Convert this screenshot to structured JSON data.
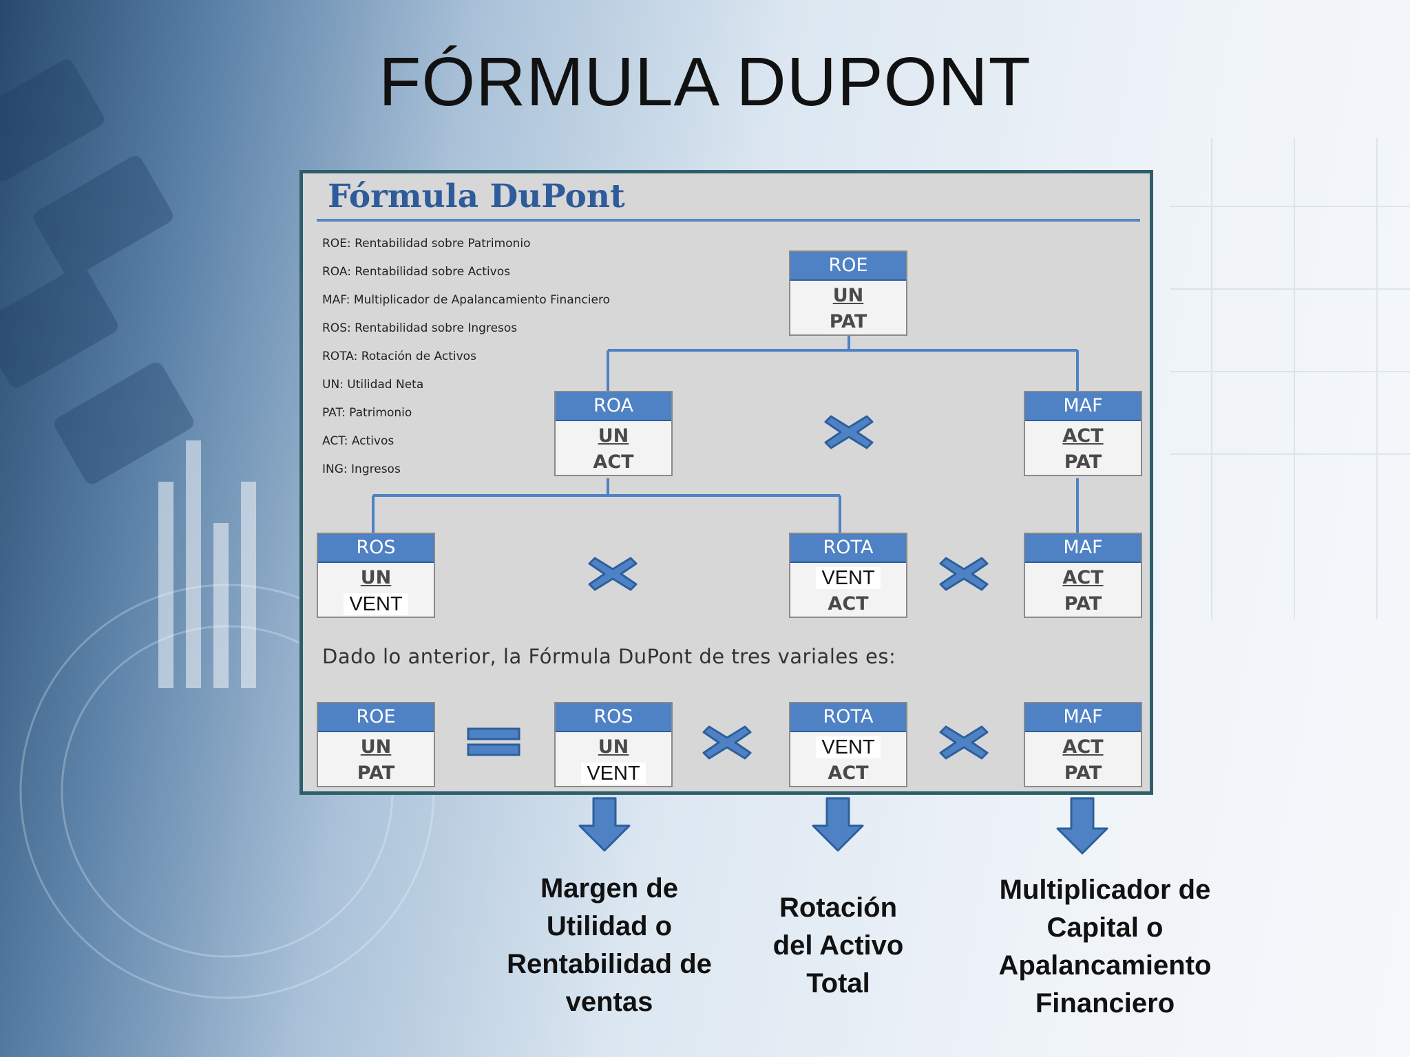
{
  "slide": {
    "title": "FÓRMULA DUPONT"
  },
  "panel": {
    "title": "Fórmula DuPont",
    "legend": [
      "ROE: Rentabilidad sobre Patrimonio",
      "ROA: Rentabilidad sobre Activos",
      "MAF: Multiplicador de Apalancamiento Financiero",
      "ROS: Rentabilidad sobre Ingresos",
      "ROTA: Rotación de Activos",
      "UN: Utilidad Neta",
      "PAT: Patrimonio",
      "ACT: Activos",
      "ING: Ingresos"
    ],
    "statement": "Dado lo anterior, la Fórmula DuPont de tres variales es:",
    "boxes": {
      "roe_top": {
        "head": "ROE",
        "num": "UN",
        "den": "PAT"
      },
      "roa": {
        "head": "ROA",
        "num": "UN",
        "den": "ACT"
      },
      "maf_mid": {
        "head": "MAF",
        "num": "ACT",
        "den": "PAT"
      },
      "ros_row": {
        "head": "ROS",
        "num": "UN",
        "den": "VENT"
      },
      "rota_row": {
        "head": "ROTA",
        "num": "VENT",
        "den": "ACT"
      },
      "maf_row": {
        "head": "MAF",
        "num": "ACT",
        "den": "PAT"
      },
      "roe_eq": {
        "head": "ROE",
        "num": "UN",
        "den": "PAT"
      },
      "ros_eq": {
        "head": "ROS",
        "num": "UN",
        "den": "VENT"
      },
      "rota_eq": {
        "head": "ROTA",
        "num": "VENT",
        "den": "ACT"
      },
      "maf_eq": {
        "head": "MAF",
        "num": "ACT",
        "den": "PAT"
      }
    },
    "operator_icons": [
      "multiply-icon",
      "equals-icon"
    ],
    "colors": {
      "box_header": "#4f81c5",
      "connector": "#4f81c5",
      "panel_border": "#2d5f6b",
      "title": "#2e5b9a"
    }
  },
  "captions": [
    "Margen de Utilidad o Rentabilidad de ventas",
    "Rotación del Activo Total",
    "Multiplicador de Capital o Apalancamiento Financiero"
  ]
}
